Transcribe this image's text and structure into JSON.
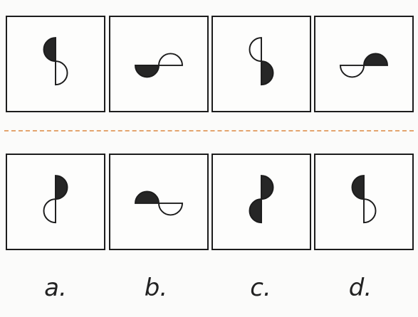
{
  "colors": {
    "ink": "#1c1c1c",
    "fill_dark": "#262626",
    "fill_light": "#ffffff",
    "divider": "#e3a46e"
  },
  "question_row": [
    {
      "icon": "vertical-split-semicircles-top-dark-left-bottom-light-right"
    },
    {
      "icon": "horizontal-split-semicircles-left-dark-down-right-light-up"
    },
    {
      "icon": "vertical-split-semicircles-top-light-left-bottom-dark-right"
    },
    {
      "icon": "horizontal-split-semicircles-left-light-down-right-dark-up"
    }
  ],
  "answer_row": [
    {
      "label": "a.",
      "icon": "vertical-split-semicircles-top-dark-right-bottom-light-left"
    },
    {
      "label": "b.",
      "icon": "horizontal-split-semicircles-left-dark-up-right-light-down"
    },
    {
      "label": "c.",
      "icon": "vertical-split-semicircles-top-dark-right-bottom-dark-left"
    },
    {
      "label": "d.",
      "icon": "vertical-split-semicircles-top-dark-left-bottom-light-right"
    }
  ]
}
